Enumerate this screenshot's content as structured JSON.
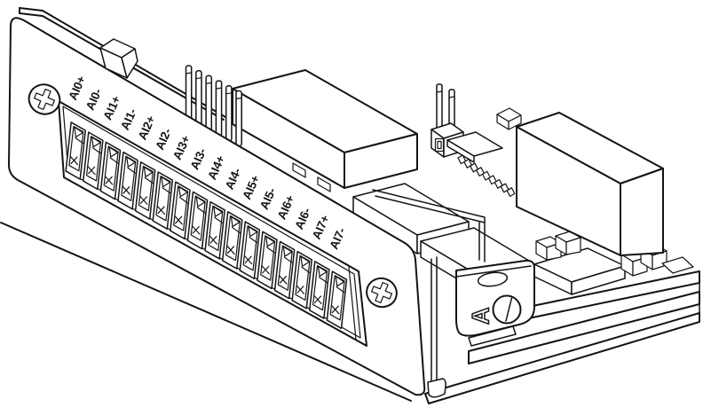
{
  "terminals": {
    "labels": [
      "AI0+",
      "AI0-",
      "AI1+",
      "AI1-",
      "AI2+",
      "AI2-",
      "AI3+",
      "AI3-",
      "AI4+",
      "AI4-",
      "AI5+",
      "AI5-",
      "AI6+",
      "AI6-",
      "AI7+",
      "AI7-"
    ]
  },
  "latch": {
    "label": "A"
  },
  "colors": {
    "line": "#141414",
    "background": "#ffffff"
  },
  "icons": {
    "screw": "phillips-screw-icon",
    "clamp": "terminal-clamp-wedge",
    "contact": "terminal-contact-cross",
    "slot": "quarter-turn-slot-icon"
  }
}
